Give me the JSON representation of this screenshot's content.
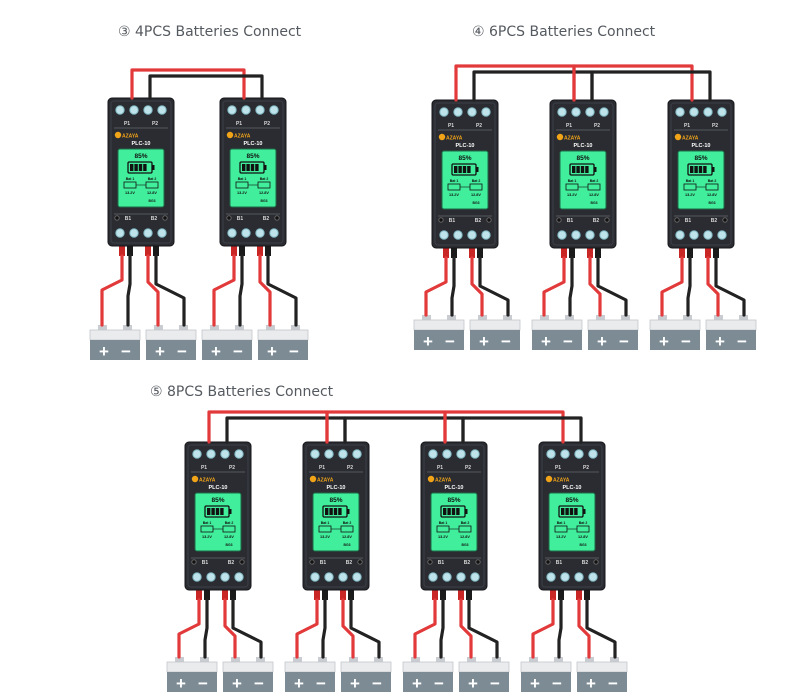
{
  "sections": [
    {
      "title": "③  4PCS Batteries Connect",
      "count": 2
    },
    {
      "title": "④  6PCS Batteries Connect",
      "count": 3
    },
    {
      "title": "⑤  8PCS Batteries Connect",
      "count": 4
    }
  ],
  "module": {
    "brand": "AZAYA",
    "model": "PLC-10",
    "percent": "85%",
    "port_top_left": "P1",
    "port_top_right": "P2",
    "port_bottom_left": "B1",
    "port_bottom_right": "B2",
    "bat1_label": "Bat 1",
    "bat2_label": "Bat 2",
    "bat1_voltage": "13.2V",
    "bat2_voltage": "12.8V",
    "code": "BG3",
    "battery_level": 0.85
  },
  "battery": {
    "plus": "+",
    "minus": "−"
  },
  "colors": {
    "red_wire": "#e2393a",
    "black_wire": "#222222",
    "screen": "#41ee9c",
    "body": "#2a2c31",
    "terminal": "#7d8b95"
  }
}
